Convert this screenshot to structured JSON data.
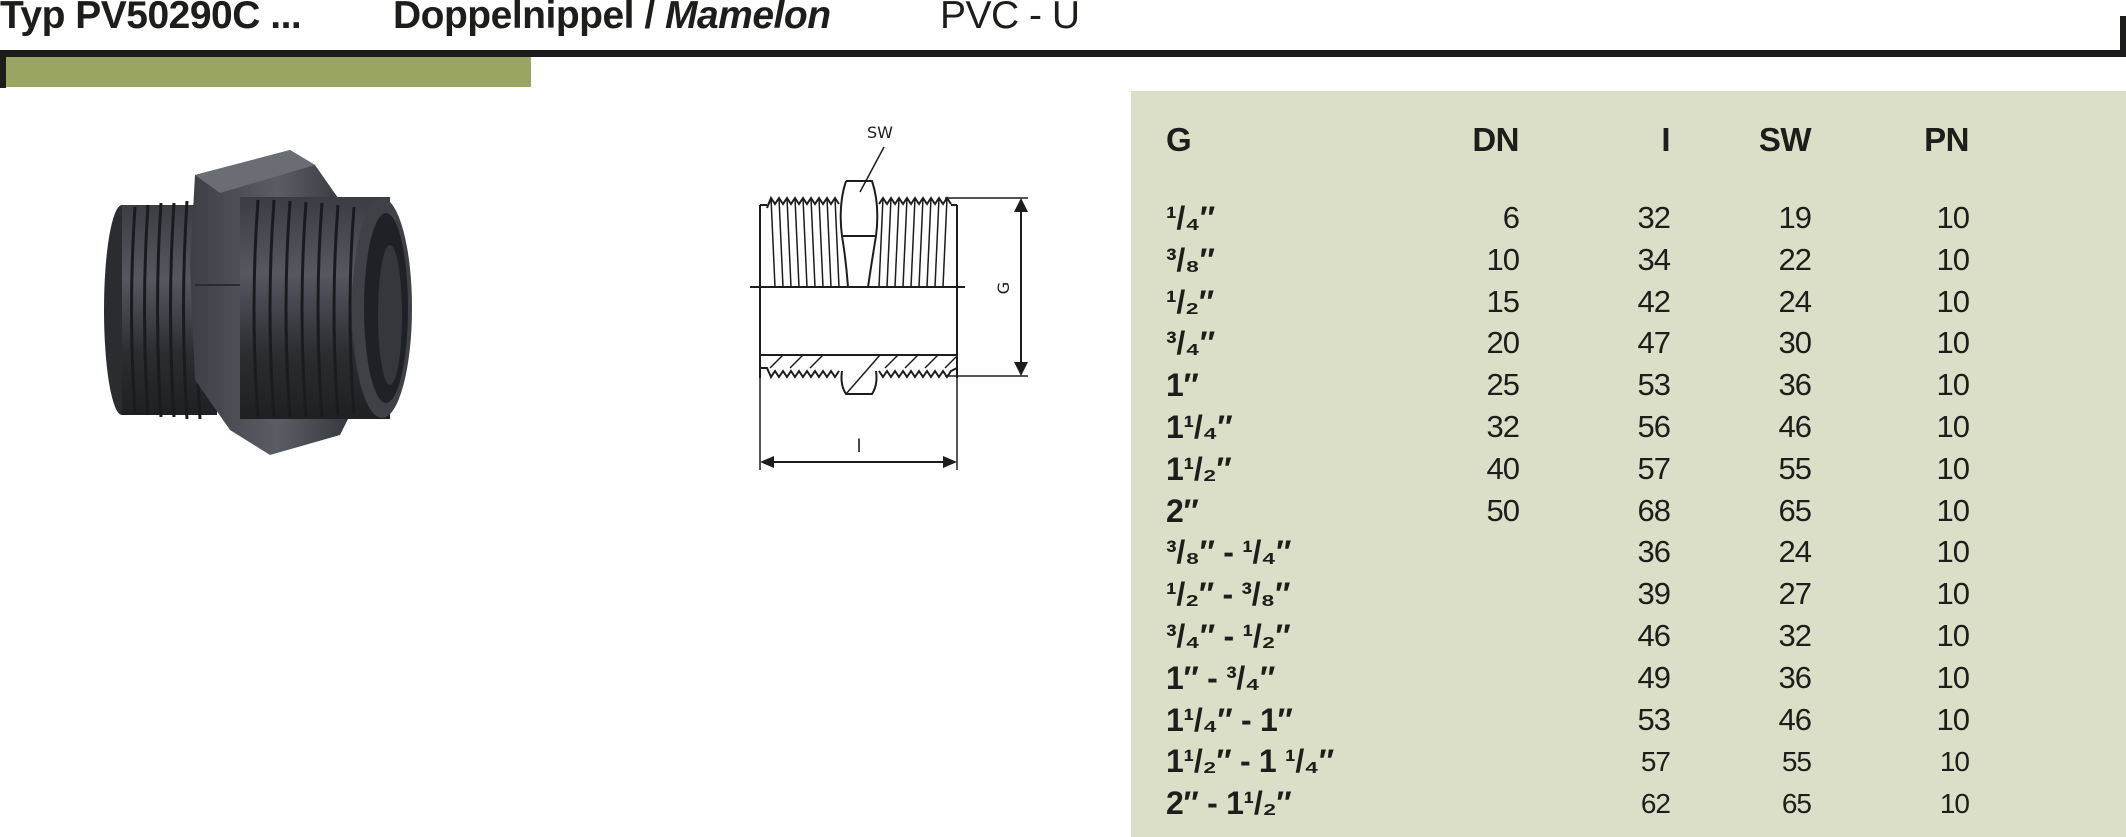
{
  "header": {
    "type_label": "Typ PV50290C ...",
    "product_name_de": "Doppelnippel / ",
    "product_name_fr": "Mamelon",
    "material": "PVC - U"
  },
  "colors": {
    "accent_green": "#9aa564",
    "table_background": "#dbdfc8",
    "rule_black": "#1d1d1b"
  },
  "drawing": {
    "label_sw": "SW",
    "label_g": "G",
    "label_l": "l"
  },
  "table": {
    "columns": [
      "G",
      "DN",
      "l",
      "SW",
      "PN"
    ],
    "rows": [
      {
        "G": "¹/₄″",
        "DN": "6",
        "l": "32",
        "SW": "19",
        "PN": "10"
      },
      {
        "G": "³/₈″",
        "DN": "10",
        "l": "34",
        "SW": "22",
        "PN": "10"
      },
      {
        "G": "¹/₂″",
        "DN": "15",
        "l": "42",
        "SW": "24",
        "PN": "10"
      },
      {
        "G": "³/₄″",
        "DN": "20",
        "l": "47",
        "SW": "30",
        "PN": "10"
      },
      {
        "G": "1″",
        "DN": "25",
        "l": "53",
        "SW": "36",
        "PN": "10"
      },
      {
        "G": "1¹/₄″",
        "DN": "32",
        "l": "56",
        "SW": "46",
        "PN": "10"
      },
      {
        "G": "1¹/₂″",
        "DN": "40",
        "l": "57",
        "SW": "55",
        "PN": "10"
      },
      {
        "G": "2″",
        "DN": "50",
        "l": "68",
        "SW": "65",
        "PN": "10"
      },
      {
        "G": "³/₈″ - ¹/₄″",
        "DN": "",
        "l": "36",
        "SW": "24",
        "PN": "10"
      },
      {
        "G": "¹/₂″ - ³/₈″",
        "DN": "",
        "l": "39",
        "SW": "27",
        "PN": "10"
      },
      {
        "G": "³/₄″ - ¹/₂″",
        "DN": "",
        "l": "46",
        "SW": "32",
        "PN": "10"
      },
      {
        "G": "1″  - ³/₄″",
        "DN": "",
        "l": "49",
        "SW": "36",
        "PN": "10"
      },
      {
        "G": "1¹/₄″ - 1″",
        "DN": "",
        "l": "53",
        "SW": "46",
        "PN": "10"
      },
      {
        "G": "1¹/₂″ - 1 ¹/₄″",
        "DN": "",
        "l": "57",
        "SW": "55",
        "PN": "10"
      },
      {
        "G": "2″ - 1¹/₂″",
        "DN": "",
        "l": "62",
        "SW": "65",
        "PN": "10"
      }
    ]
  }
}
